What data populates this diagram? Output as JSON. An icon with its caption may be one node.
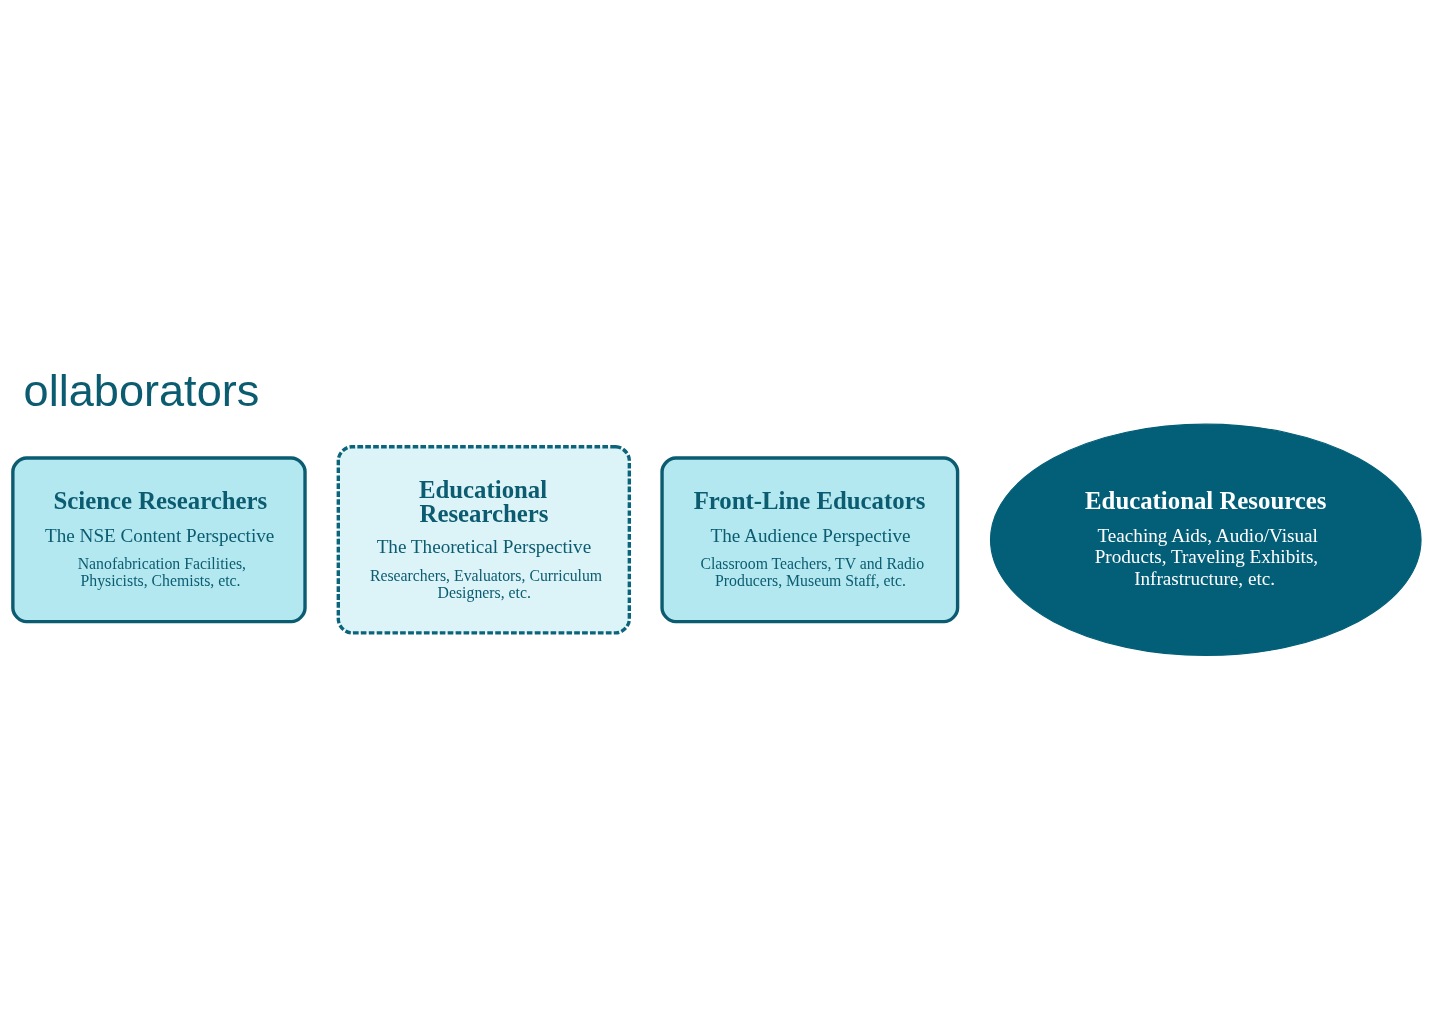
{
  "diagram": {
    "title": "ollaborators",
    "nodes": [
      {
        "text": [
          "Educational Researchers",
          "The Theoretical Perspective",
          "Researchers, Evaluators, Curriculum Designers, etc."
        ]
      },
      {
        "text": [
          "Science Researchers",
          "The NSE Content Perspective",
          "Nanofabrication Facilities, Physicists, Chemists, etc."
        ]
      },
      {
        "text": [
          "Front-Line Educators",
          "The Audience Perspective",
          "Classroom Teachers, TV and Radio Producers, Museum Staff, etc."
        ]
      },
      {
        "text": [
          "Educational Resources",
          "Teaching Aids, Audio/Visual Products, Traveling Exhibits, Infrastructure, etc."
        ]
      }
    ]
  }
}
